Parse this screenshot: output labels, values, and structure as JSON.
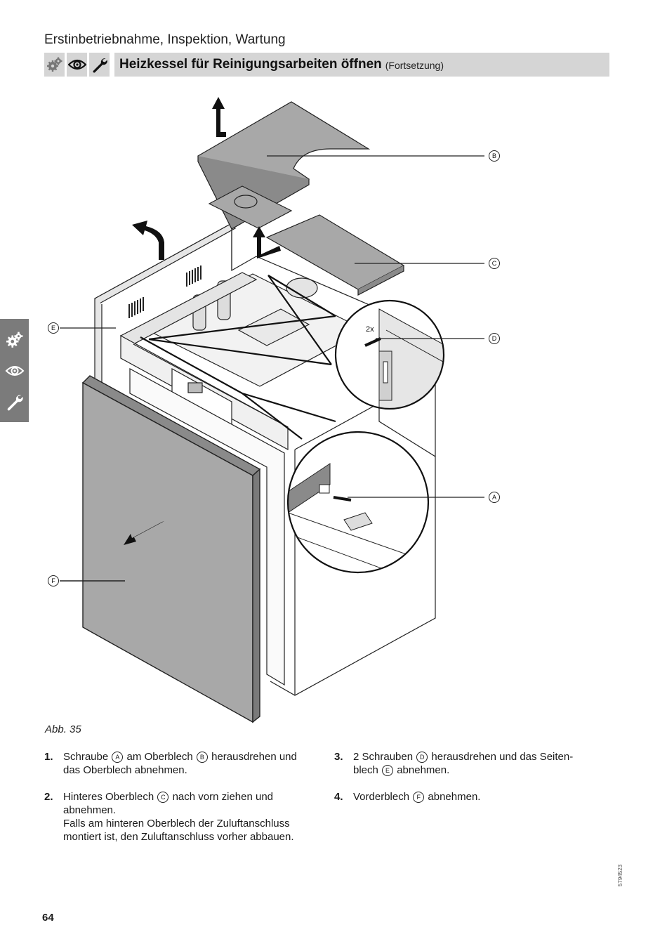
{
  "header": {
    "section_title": "Erstinbetriebnahme, Inspektion, Wartung",
    "title_main": "Heizkessel für Reinigungsarbeiten öffnen",
    "title_sub": "(Fortsetzung)",
    "icons": [
      "gears-icon",
      "eye-icon",
      "wrench-icon"
    ]
  },
  "side_tab": {
    "icons": [
      "gears-icon",
      "eye-icon",
      "wrench-icon"
    ]
  },
  "figure": {
    "callouts": {
      "A": "A",
      "B": "B",
      "C": "C",
      "D": "D",
      "E": "E",
      "F": "F"
    },
    "quantity_note": "2x",
    "caption": "Abb. 35"
  },
  "steps": [
    {
      "num": "1.",
      "parts": [
        "Schraube ",
        "A",
        " am Oberblech ",
        "B",
        " herausdrehen und\ndas Oberblech abnehmen."
      ]
    },
    {
      "num": "2.",
      "parts": [
        "Hinteres Oberblech ",
        "C",
        " nach vorn ziehen und\nabnehmen.\nFalls am hinteren Oberblech der Zuluftanschluss\nmontiert ist, den Zuluftanschluss vorher abbauen."
      ]
    },
    {
      "num": "3.",
      "parts": [
        "2 Schrauben ",
        "D",
        " herausdrehen und das Seiten-\nblech ",
        "E",
        " abnehmen."
      ]
    },
    {
      "num": "4.",
      "parts": [
        "Vorderblech ",
        "F",
        " abnehmen."
      ]
    }
  ],
  "footer": {
    "page_number": "64",
    "doc_code": "5794523"
  },
  "colors": {
    "panel_fill": "#a8a8a8",
    "header_bg": "#d5d5d5",
    "side_tab_bg": "#7b7b7b"
  }
}
